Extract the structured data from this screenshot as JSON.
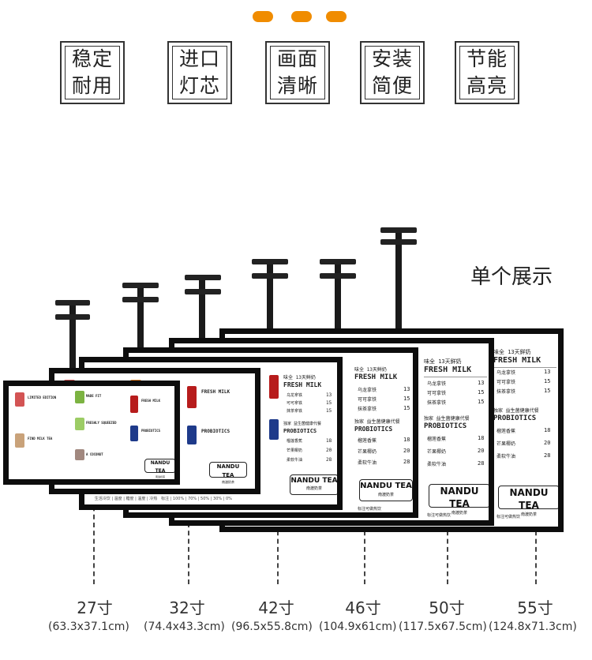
{
  "colors": {
    "accent": "#f08c00",
    "frame": "#0d0d0d",
    "text": "#333333"
  },
  "features": [
    {
      "line1": "稳定",
      "line2": "耐用"
    },
    {
      "line1": "进口",
      "line2": "灯芯"
    },
    {
      "line1": "画面",
      "line2": "清晰"
    },
    {
      "line1": "安装",
      "line2": "简便"
    },
    {
      "line1": "节能",
      "line2": "高亮"
    }
  ],
  "single_display_label": "单个展示",
  "menu": {
    "fresh_milk_title_cn": "味全 13天鲜奶",
    "fresh_milk_title_en": "FRESH MILK",
    "probiotics_title_cn": "独家 益生菌健康代餐",
    "probiotics_title_en": "PROBIOTICS",
    "items": [
      "乌龙拿铁",
      "可可拿铁",
      "抹茶拿铁"
    ],
    "prices": [
      "13",
      "15",
      "15"
    ],
    "probiotic_items": [
      "榴莲香蕉",
      "芒果椰奶",
      "柔软牛油"
    ],
    "probiotic_prices": [
      "18",
      "20",
      "28"
    ],
    "left_headings": [
      "LIMITED EDITION",
      "FIND MILK TEA",
      "MADE FIT",
      "FRESHLY SQUEEZED",
      "A COCONUT"
    ],
    "brand_en": "NANDU TEA",
    "brand_cn": "南渡奶茶",
    "footer_left": "生活冷饮 | 温度 | 糖度 | 温度 | 冷热",
    "footer_sugar": "标注 | 100% | 70% | 50% | 30% | 0%",
    "footer_right": "标注可做热饮"
  },
  "sizes": [
    {
      "size": "27寸",
      "dims": "(63.3x37.1cm)"
    },
    {
      "size": "32寸",
      "dims": "(74.4x43.3cm)"
    },
    {
      "size": "42寸",
      "dims": "(96.5x55.8cm)"
    },
    {
      "size": "46寸",
      "dims": "(104.9x61cm)"
    },
    {
      "size": "50寸",
      "dims": "(117.5x67.5cm)"
    },
    {
      "size": "55寸",
      "dims": "(124.8x71.3cm)"
    }
  ]
}
